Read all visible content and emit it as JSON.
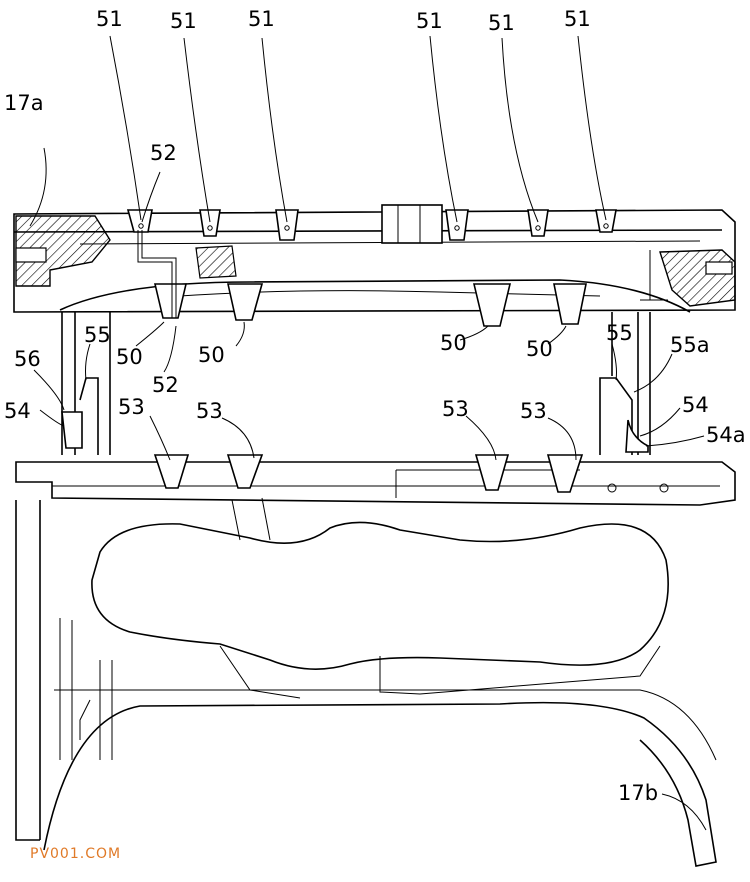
{
  "labels": {
    "l51_1": "51",
    "l51_2": "51",
    "l51_3": "51",
    "l51_4": "51",
    "l51_5": "51",
    "l51_6": "51",
    "l17a": "17a",
    "l52_top": "52",
    "l52_bottom": "52",
    "l50_1": "50",
    "l50_2": "50",
    "l50_3": "50",
    "l50_4": "50",
    "l55_left": "55",
    "l55_right": "55",
    "l55a": "55a",
    "l56": "56",
    "l54_left": "54",
    "l54_right": "54",
    "l54a": "54a",
    "l53_1": "53",
    "l53_2": "53",
    "l53_3": "53",
    "l53_4": "53",
    "l17b": "17b"
  },
  "watermark": "PV001.COM",
  "colors": {
    "line": "#000000",
    "background": "#ffffff",
    "watermark": "#e07a28"
  }
}
